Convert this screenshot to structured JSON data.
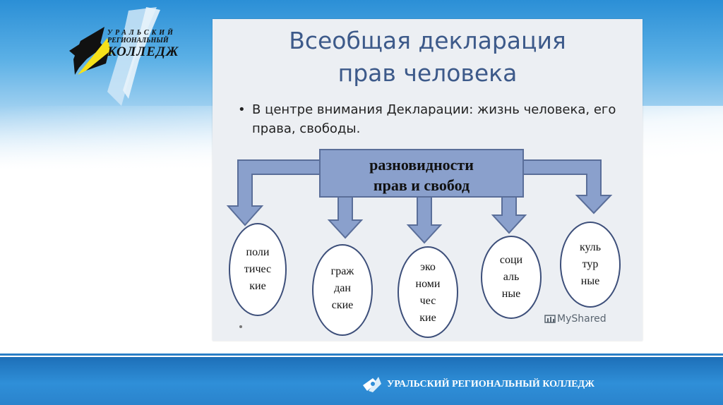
{
  "header": {
    "logo": {
      "line1": "УРАЛЬСКИЙ",
      "line2": "РЕГИОНАЛЬНЫЙ",
      "line3": "КОЛЛЕДЖ"
    }
  },
  "slide": {
    "title_line1": "Всеобщая декларация",
    "title_line2": "прав человека",
    "bullet": "В центре внимания Декларации: жизнь человека, его права, свободы.",
    "main_box": {
      "line1": "разновидности",
      "line2": "прав и свобод"
    },
    "categories": [
      {
        "lines": [
          "поли",
          "тичес",
          "кие"
        ]
      },
      {
        "lines": [
          "граж",
          "дан",
          "ские"
        ]
      },
      {
        "lines": [
          "эко",
          "номи",
          "чес",
          "кие"
        ]
      },
      {
        "lines": [
          "соци",
          "аль",
          "ные"
        ]
      },
      {
        "lines": [
          "куль",
          "тур",
          "ные"
        ]
      }
    ],
    "watermark": "MyShared"
  },
  "footer": {
    "text": "УРАЛЬСКИЙ РЕГИОНАЛЬНЫЙ КОЛЛЕДЖ"
  },
  "colors": {
    "box_fill": "#8aa0cc",
    "box_stroke": "#5a6e99",
    "title": "#3d5a8a",
    "oval_stroke": "#3d4f7a",
    "footer": "#2f8fd8"
  }
}
